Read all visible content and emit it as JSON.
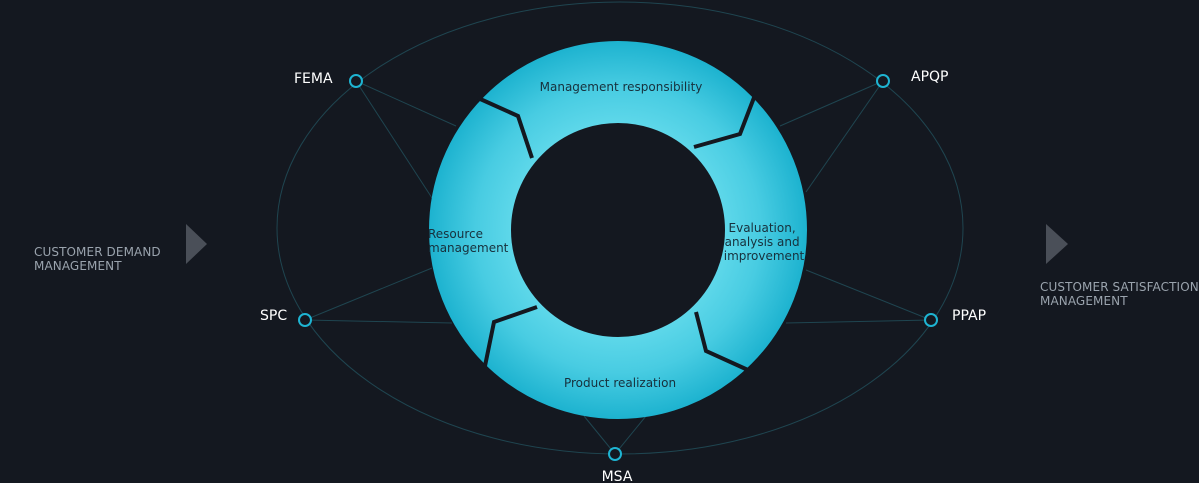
{
  "left_label": [
    "CUSTOMER DEMAND",
    "MANAGEMENT"
  ],
  "right_label": [
    "CUSTOMER SATISFACTION",
    "MANAGEMENT"
  ],
  "ring_segments": {
    "top": [
      "Management responsibility"
    ],
    "right": [
      "Evaluation,",
      "analysis and",
      "improvement"
    ],
    "bottom": [
      "Product realization"
    ],
    "left": [
      "Resource",
      "management"
    ]
  },
  "nodes": {
    "fema": "FEMA",
    "apqp": "APQP",
    "spc": "SPC",
    "ppap": "PPAP",
    "msa": "MSA"
  },
  "colors": {
    "background": "#141820",
    "ring": "#3ec4dc",
    "node": "#1eb4d2",
    "connector": "#1f4550",
    "arrow": "#4a4f58"
  }
}
